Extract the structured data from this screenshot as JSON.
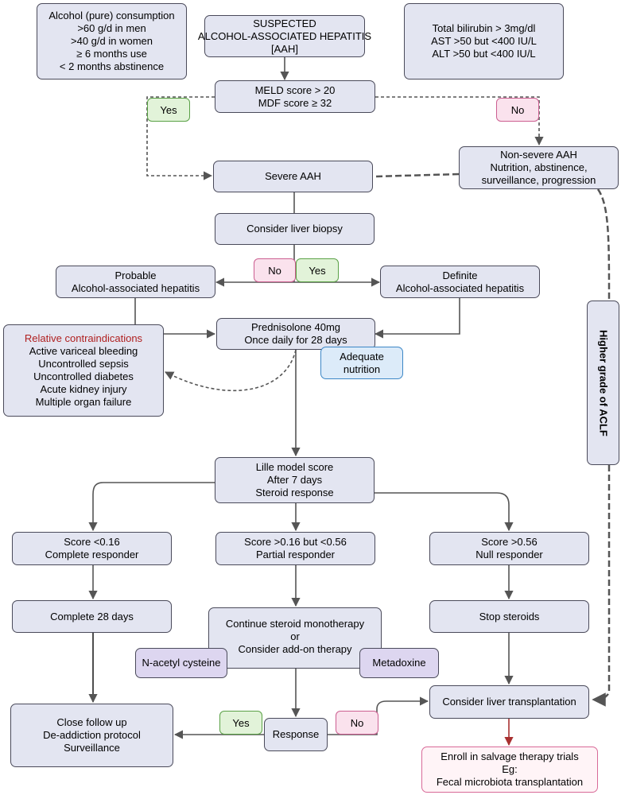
{
  "criteria_left": [
    "Alcohol (pure) consumption",
    ">60 g/d in men",
    ">40 g/d in women",
    "≥ 6 months use",
    "< 2 months abstinence"
  ],
  "suspected": [
    "SUSPECTED",
    "ALCOHOL-ASSOCIATED HEPATITIS",
    "[AAH]"
  ],
  "criteria_right": [
    "Total bilirubin > 3mg/dl",
    "AST >50 but <400 IU/L",
    "ALT >50 but <400 IU/L"
  ],
  "meld": [
    "MELD score > 20",
    "MDF score ≥ 32"
  ],
  "labels": {
    "yes": "Yes",
    "no": "No"
  },
  "severe": "Severe AAH",
  "non_severe": [
    "Non-severe AAH",
    "Nutrition, abstinence,",
    "surveillance, progression"
  ],
  "biopsy": "Consider liver biopsy",
  "probable": [
    "Probable",
    "Alcohol-associated hepatitis"
  ],
  "definite": [
    "Definite",
    "Alcohol-associated hepatitis"
  ],
  "contraindications": {
    "title": "Relative contraindications",
    "items": [
      "Active variceal bleeding",
      "Uncontrolled sepsis",
      "Uncontrolled diabetes",
      "Acute kidney injury",
      "Multiple organ failure"
    ]
  },
  "prednisolone": [
    "Prednisolone 40mg",
    "Once daily for 28 days"
  ],
  "nutrition": [
    "Adequate",
    "nutrition"
  ],
  "lille": [
    "Lille model score",
    "After 7 days",
    "Steroid response"
  ],
  "aclf": "Higher grade of ACLF",
  "score_complete": [
    "Score <0.16",
    "Complete responder"
  ],
  "score_partial": [
    "Score >0.16 but <0.56",
    "Partial responder"
  ],
  "score_null": [
    "Score >0.56",
    "Null responder"
  ],
  "complete_28": "Complete 28 days",
  "continue": [
    "Continue steroid monotherapy",
    "or",
    "Consider add-on therapy"
  ],
  "nac": "N-acetyl cysteine",
  "metadoxine": "Metadoxine",
  "stop": "Stop steroids",
  "followup": [
    "Close follow up",
    "De-addiction protocol",
    "Surveillance"
  ],
  "response": "Response",
  "transplant": "Consider liver transplantation",
  "salvage": [
    "Enroll in salvage therapy trials",
    "Eg:",
    "Fecal microbiota transplantation"
  ],
  "colors": {
    "box": "#e3e5f1",
    "yes": "#e2f3d9",
    "no": "#fae2ed",
    "purple": "#ddd6f0",
    "blue": "#dcebf9",
    "red_text": "#b02020",
    "red_arrow": "#a83030"
  }
}
